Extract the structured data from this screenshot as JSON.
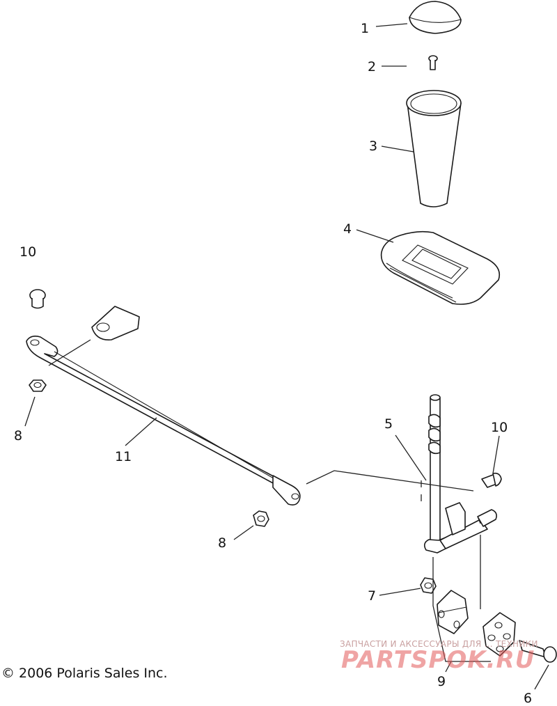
{
  "callouts": {
    "c1": "1",
    "c2": "2",
    "c3": "3",
    "c4": "4",
    "c5": "5",
    "c6": "6",
    "c7": "7",
    "c8a": "8",
    "c8b": "8",
    "c9": "9",
    "c10a": "10",
    "c10b": "10",
    "c11": "11"
  },
  "footer": {
    "copyright": "© 2006 Polaris Sales Inc."
  },
  "watermark": {
    "tagline": "ЗАПЧАСТИ И АКСЕССУАРЫ ДЛЯ … ТЕХНИКИ",
    "logo": "PARTSPOK.RU"
  }
}
